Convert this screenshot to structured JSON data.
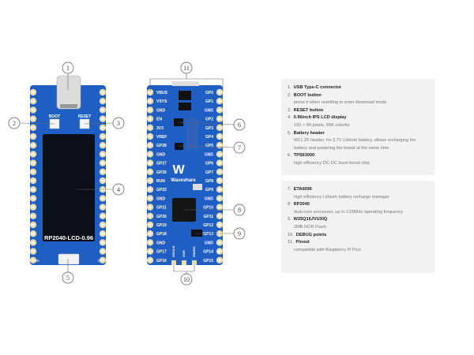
{
  "board_front": {
    "name_label": "RP2040-LCD-0.96",
    "boot_label": "BOOT",
    "reset_label": "RESET",
    "pin_start": "20",
    "pin_end": "21"
  },
  "board_back": {
    "brand": "Waveshare",
    "left_pins": [
      "VBUS",
      "VSYS",
      "GND",
      "EN",
      "3V3",
      "VREF",
      "GP28",
      "GND",
      "GP27",
      "GP26",
      "RUN",
      "GP22",
      "GND",
      "GP21",
      "GP20",
      "GP19",
      "GP18",
      "GND",
      "GP17",
      "GP16"
    ],
    "right_pins": [
      "GP0",
      "GP1",
      "GND",
      "GP2",
      "GP3",
      "GP4",
      "GP5",
      "GND",
      "GP6",
      "GP7",
      "GP8",
      "GP9",
      "GND",
      "GP10",
      "GP11",
      "GP12",
      "GP13",
      "GND",
      "GP14",
      "GP15"
    ],
    "debug_pins": [
      "SWCLK",
      "GND",
      "SWDIO"
    ]
  },
  "callouts": [
    "1",
    "2",
    "3",
    "4",
    "5",
    "6",
    "7",
    "8",
    "9",
    "10",
    "11"
  ],
  "colors": {
    "pcb": "#1f5fc4",
    "pad": "#e9dcae",
    "panel": "#f2f2f2"
  },
  "panels": [
    {
      "items": [
        {
          "num": "1.",
          "title": "USB Type-C connector",
          "desc": ""
        },
        {
          "num": "2.",
          "title": "BOOT button",
          "desc": "press it when resetting to enter download mode"
        },
        {
          "num": "3.",
          "title": "RESET button",
          "desc": ""
        },
        {
          "num": "4.",
          "title": "0.96inch IPS LCD display",
          "desc": "160 × 80 pixels, 65K colorful"
        },
        {
          "num": "5.",
          "title": "Battery header",
          "desc": "MX1.25 header, for 3.7V Lithium battery, allows recharging the battery and powering the board at the same time"
        },
        {
          "num": "6.",
          "title": "TPS63000",
          "desc": "high efficiency DC-DC buck-boost chip"
        }
      ]
    },
    {
      "items": [
        {
          "num": "7.",
          "title": "ETA6096",
          "desc": "high efficiency Lithium battery recharge manager"
        },
        {
          "num": "8.",
          "title": "RP2040",
          "desc": "dual-core processor, up to 133MHz operating frequency"
        },
        {
          "num": "9.",
          "title": "W25Q16JVUXIQ",
          "desc": "2MB NOR Flash"
        },
        {
          "num": "10.",
          "title": "DEBUG points",
          "desc": ""
        },
        {
          "num": "11.",
          "title": "Pinout",
          "desc": "compatible with Raspberry Pi Pico"
        }
      ]
    }
  ]
}
